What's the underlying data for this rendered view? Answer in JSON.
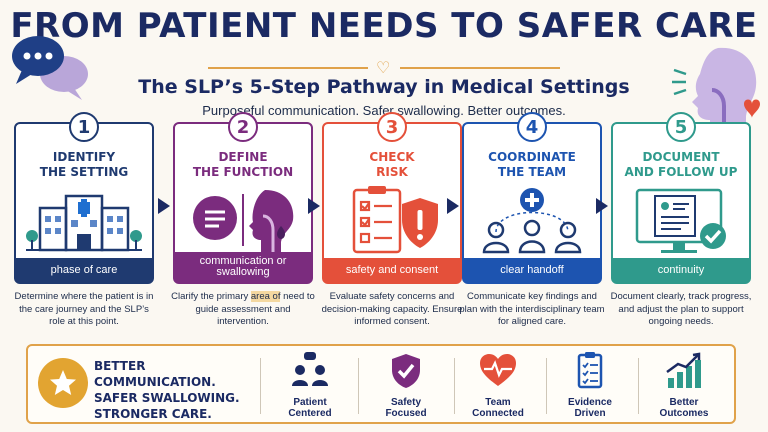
{
  "header": {
    "title": "FROM PATIENT NEEDS TO SAFER CARE",
    "subtitle": "The SLP’s 5-Step Pathway in Medical Settings",
    "tagline": "Purposeful communication. Safer swallowing. Better outcomes."
  },
  "steps": [
    {
      "number": "1",
      "title_line1": "IDENTIFY",
      "title_line2": "THE SETTING",
      "footer": "phase of care",
      "description": "Determine where the patient is in the care journey and the SLP’s role at this point.",
      "color": "#1f3a70"
    },
    {
      "number": "2",
      "title_line1": "DEFINE",
      "title_line2": "THE FUNCTION",
      "footer": "communication or swallowing",
      "description_pre": "Clarify the primary ",
      "description_highlight": "area of",
      "description_post": " need to guide assessment and intervention.",
      "color": "#7b2c7e"
    },
    {
      "number": "3",
      "title_line1": "CHECK",
      "title_line2": "RISK",
      "footer": "safety and consent",
      "description": "Evaluate safety concerns and decision-making capacity. Ensure informed consent.",
      "color": "#e4503a"
    },
    {
      "number": "4",
      "title_line1": "COORDINATE",
      "title_line2": "THE TEAM",
      "footer": "clear handoff",
      "description": "Communicate key findings and plan with the interdisciplinary team for aligned care.",
      "color": "#1d54b0"
    },
    {
      "number": "5",
      "title_line1": "DOCUMENT",
      "title_line2": "AND FOLLOW UP",
      "footer": "continuity",
      "description": "Document clearly, track progress, and adjust the plan to support ongoing needs.",
      "color": "#2f9a8c"
    }
  ],
  "banner": {
    "line1": "BETTER COMMUNICATION.",
    "line2": "SAFER SWALLOWING.",
    "line3": "STRONGER CARE.",
    "pillars": [
      {
        "line1": "Patient",
        "line2": "Centered",
        "icon": "people-icon"
      },
      {
        "line1": "Safety",
        "line2": "Focused",
        "icon": "shield-check-icon"
      },
      {
        "line1": "Team",
        "line2": "Connected",
        "icon": "heart-pulse-icon"
      },
      {
        "line1": "Evidence",
        "line2": "Driven",
        "icon": "clipboard-icon"
      },
      {
        "line1": "Better",
        "line2": "Outcomes",
        "icon": "growth-chart-icon"
      }
    ]
  },
  "colors": {
    "navy": "#1b2a63",
    "gold": "#e0a24a"
  }
}
